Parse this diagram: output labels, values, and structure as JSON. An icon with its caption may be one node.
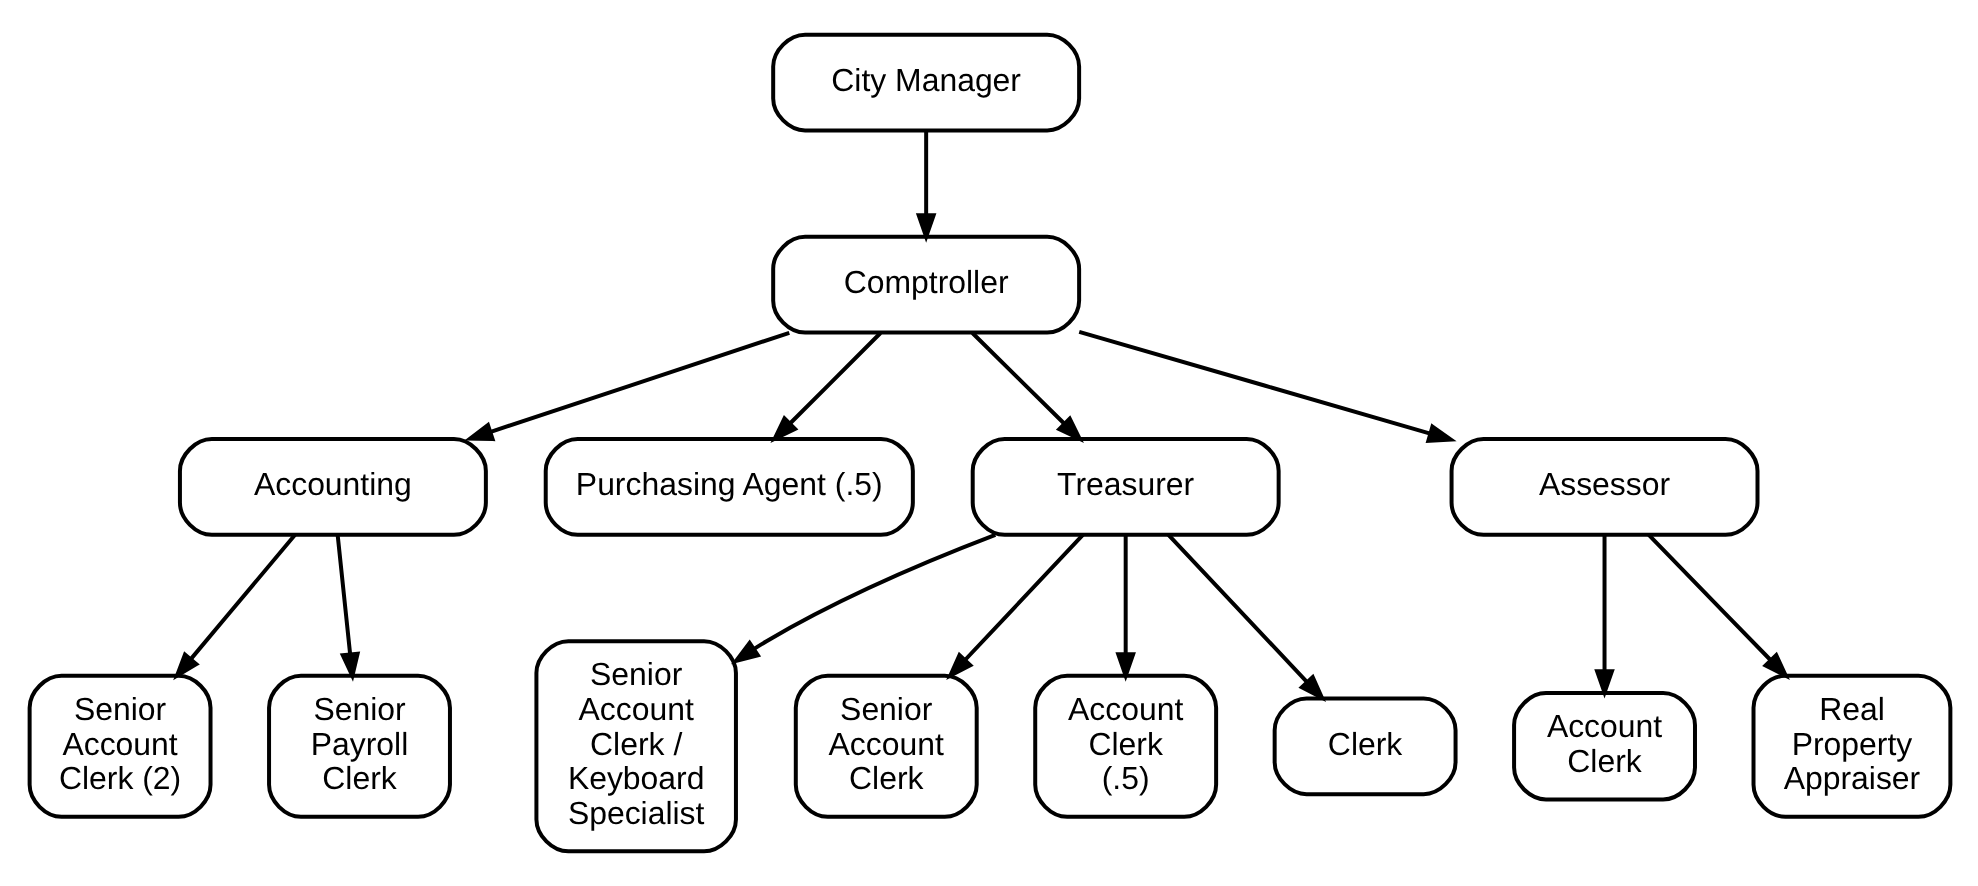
{
  "diagram": {
    "nodes": [
      {
        "text": [
          "City Manager"
        ]
      },
      {
        "text": [
          "Comptroller"
        ]
      },
      {
        "text": [
          "Accounting"
        ]
      },
      {
        "text": [
          "Purchasing Agent (.5)"
        ]
      },
      {
        "text": [
          "Treasurer"
        ]
      },
      {
        "text": [
          "Assessor"
        ]
      },
      {
        "text": [
          "Senior Account Clerk (2)"
        ]
      },
      {
        "text": [
          "Senior Payroll Clerk"
        ]
      },
      {
        "text": [
          "Senior Account Clerk / Keyboard Specialist"
        ]
      },
      {
        "text": [
          "Senior Account Clerk"
        ]
      },
      {
        "text": [
          "Account Clerk (.5)"
        ]
      },
      {
        "text": [
          "Clerk"
        ]
      },
      {
        "text": [
          "Account Clerk"
        ]
      },
      {
        "text": [
          "Real Property Appraiser"
        ]
      }
    ],
    "edges": [
      {
        "from": 0,
        "to": 1,
        "arrow": "to"
      },
      {
        "from": 1,
        "to": 2,
        "arrow": "to"
      },
      {
        "from": 1,
        "to": 3,
        "arrow": "to"
      },
      {
        "from": 1,
        "to": 4,
        "arrow": "to"
      },
      {
        "from": 1,
        "to": 5,
        "arrow": "to"
      },
      {
        "from": 2,
        "to": 6,
        "arrow": "to"
      },
      {
        "from": 2,
        "to": 7,
        "arrow": "to"
      },
      {
        "from": 4,
        "to": 8,
        "arrow": "to"
      },
      {
        "from": 4,
        "to": 9,
        "arrow": "to"
      },
      {
        "from": 4,
        "to": 10,
        "arrow": "to"
      },
      {
        "from": 4,
        "to": 11,
        "arrow": "to"
      },
      {
        "from": 5,
        "to": 12,
        "arrow": "to"
      },
      {
        "from": 5,
        "to": 13,
        "arrow": "to"
      }
    ]
  }
}
